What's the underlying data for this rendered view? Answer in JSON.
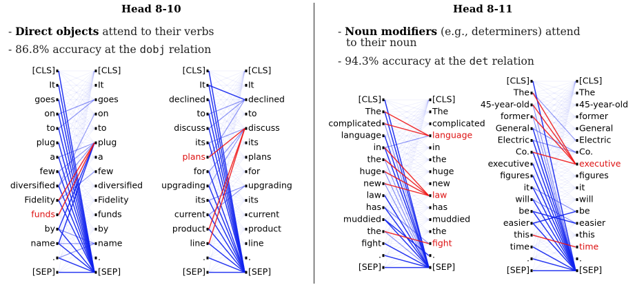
{
  "panels": [
    {
      "title": "Head 8-10",
      "bullet1_bold": "Direct objects",
      "bullet1_rest": " attend to their verbs",
      "bullet2_pre": "- 86.8% accuracy at the ",
      "bullet2_code": "dobj",
      "bullet2_post": " relation"
    },
    {
      "title": "Head 8-11",
      "bullet1_bold": "Noun modifiers",
      "bullet1_rest": " (e.g., determiners) attend",
      "bullet1_cont": "to their noun",
      "bullet2_pre": "- 94.3% accuracy at the ",
      "bullet2_code": "det",
      "bullet2_post": " relation"
    }
  ],
  "colors": {
    "text": "#000000",
    "highlight": "#dd1111",
    "blue": "#1122ee",
    "red": "#ee1111"
  },
  "diagrams": [
    {
      "tokens": [
        "[CLS]",
        "It",
        "goes",
        "on",
        "to",
        "plug",
        "a",
        "few",
        "diversified",
        "Fidelity",
        "funds",
        "by",
        "name",
        ".",
        "[SEP]"
      ],
      "highlight": 10,
      "red_edges": [
        [
          10,
          5
        ],
        [
          9,
          5
        ]
      ],
      "strong_blue": [
        [
          1,
          14
        ],
        [
          2,
          14
        ],
        [
          3,
          14
        ],
        [
          4,
          14
        ],
        [
          5,
          14
        ],
        [
          6,
          14
        ],
        [
          7,
          14
        ],
        [
          8,
          14
        ],
        [
          9,
          14
        ],
        [
          11,
          14
        ],
        [
          12,
          14
        ],
        [
          13,
          14
        ],
        [
          14,
          14
        ],
        [
          12,
          5
        ],
        [
          11,
          5
        ],
        [
          0,
          14
        ]
      ],
      "mid_blue": [
        [
          6,
          5
        ],
        [
          7,
          5
        ],
        [
          8,
          5
        ],
        [
          3,
          2
        ],
        [
          4,
          2
        ],
        [
          11,
          12
        ],
        [
          13,
          12
        ],
        [
          12,
          12
        ],
        [
          8,
          3
        ],
        [
          9,
          7
        ]
      ]
    },
    {
      "tokens": [
        "[CLS]",
        "It",
        "declined",
        "to",
        "discuss",
        "its",
        "plans",
        "for",
        "upgrading",
        "its",
        "current",
        "product",
        "line",
        ".",
        "[SEP]"
      ],
      "highlight": 6,
      "red_edges": [
        [
          6,
          4
        ],
        [
          12,
          4
        ],
        [
          11,
          4
        ]
      ],
      "strong_blue": [
        [
          1,
          14
        ],
        [
          2,
          14
        ],
        [
          3,
          14
        ],
        [
          4,
          14
        ],
        [
          5,
          14
        ],
        [
          7,
          14
        ],
        [
          8,
          14
        ],
        [
          9,
          14
        ],
        [
          10,
          14
        ],
        [
          11,
          14
        ],
        [
          13,
          14
        ],
        [
          14,
          14
        ],
        [
          0,
          14
        ],
        [
          1,
          2
        ],
        [
          12,
          14
        ]
      ],
      "mid_blue": [
        [
          3,
          2
        ],
        [
          5,
          4
        ],
        [
          7,
          4
        ],
        [
          9,
          8
        ],
        [
          10,
          8
        ],
        [
          4,
          2
        ],
        [
          6,
          2
        ],
        [
          8,
          4
        ]
      ]
    },
    {
      "tokens": [
        "[CLS]",
        "The",
        "complicated",
        "language",
        "in",
        "the",
        "huge",
        "new",
        "law",
        "has",
        "muddied",
        "the",
        "fight",
        ".",
        "[SEP]"
      ],
      "highlight_right": [
        3,
        8,
        12
      ],
      "red_edges": [
        [
          1,
          3
        ],
        [
          2,
          3
        ],
        [
          5,
          8
        ],
        [
          6,
          8
        ],
        [
          7,
          8
        ],
        [
          11,
          12
        ],
        [
          4,
          8
        ]
      ],
      "strong_blue": [
        [
          1,
          14
        ],
        [
          3,
          14
        ],
        [
          8,
          14
        ],
        [
          9,
          14
        ],
        [
          10,
          14
        ],
        [
          12,
          14
        ],
        [
          13,
          14
        ],
        [
          14,
          14
        ],
        [
          4,
          14
        ],
        [
          0,
          14
        ],
        [
          10,
          13
        ]
      ],
      "mid_blue": [
        [
          2,
          14
        ],
        [
          5,
          14
        ],
        [
          6,
          14
        ],
        [
          7,
          14
        ],
        [
          11,
          14
        ],
        [
          9,
          12
        ],
        [
          4,
          3
        ]
      ]
    },
    {
      "tokens": [
        "[CLS]",
        "The",
        "45-year-old",
        "former",
        "General",
        "Electric",
        "Co.",
        "executive",
        "figures",
        "it",
        "will",
        "be",
        "easier",
        "this",
        "time",
        ".",
        "[SEP]"
      ],
      "highlight_right": [
        7,
        14
      ],
      "red_edges": [
        [
          1,
          7
        ],
        [
          2,
          7
        ],
        [
          3,
          7
        ],
        [
          13,
          14
        ],
        [
          6,
          7
        ]
      ],
      "strong_blue": [
        [
          7,
          16
        ],
        [
          8,
          16
        ],
        [
          9,
          16
        ],
        [
          10,
          16
        ],
        [
          11,
          16
        ],
        [
          12,
          16
        ],
        [
          14,
          16
        ],
        [
          15,
          16
        ],
        [
          16,
          16
        ],
        [
          0,
          16
        ],
        [
          4,
          16
        ],
        [
          5,
          16
        ],
        [
          6,
          16
        ],
        [
          12,
          11
        ],
        [
          11,
          12
        ]
      ],
      "mid_blue": [
        [
          4,
          6
        ],
        [
          5,
          6
        ],
        [
          9,
          11
        ],
        [
          10,
          12
        ],
        [
          8,
          16
        ],
        [
          2,
          16
        ],
        [
          3,
          16
        ],
        [
          1,
          5
        ]
      ]
    }
  ]
}
